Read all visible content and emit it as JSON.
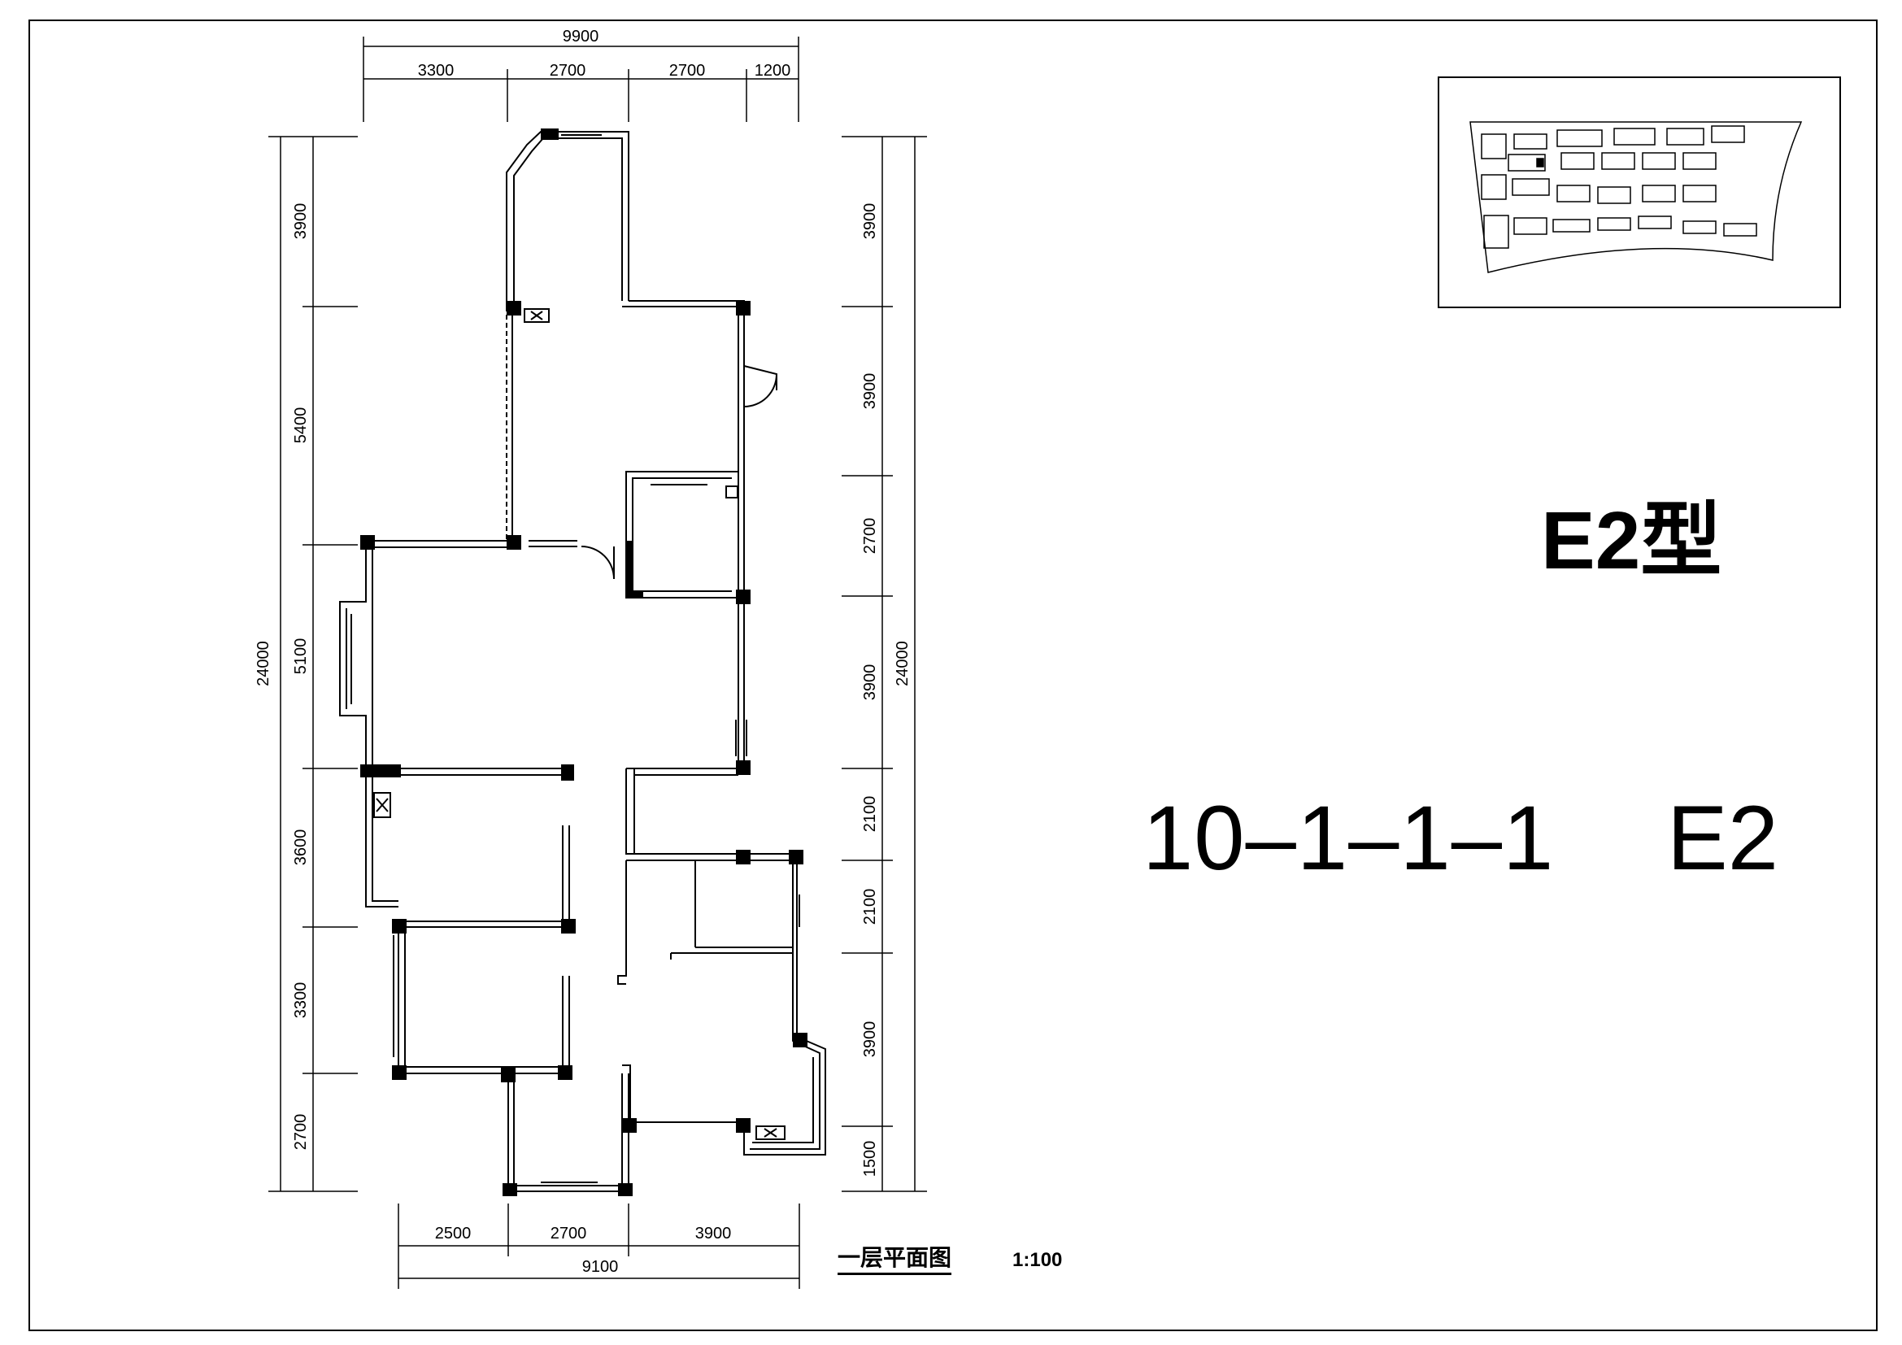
{
  "title": {
    "type_label": "E2型",
    "unit_code": "10–1–1–1",
    "unit_type": "E2",
    "plan_caption": "一层平面图",
    "scale": "1:100"
  },
  "dimensions": {
    "top_total": "9900",
    "top_segments": [
      "3300",
      "2700",
      "2700",
      "1200"
    ],
    "bottom_total": "9100",
    "bottom_segments": [
      "2500",
      "2700",
      "3900"
    ],
    "left_total": "24000",
    "left_segments": [
      "3900",
      "5400",
      "5100",
      "3600",
      "3300",
      "2700"
    ],
    "right_total": "24000",
    "right_segments": [
      "3900",
      "3900",
      "2700",
      "3900",
      "2100",
      "2100",
      "3900",
      "1500"
    ]
  },
  "colors": {
    "line": "#000000",
    "background": "#ffffff"
  }
}
